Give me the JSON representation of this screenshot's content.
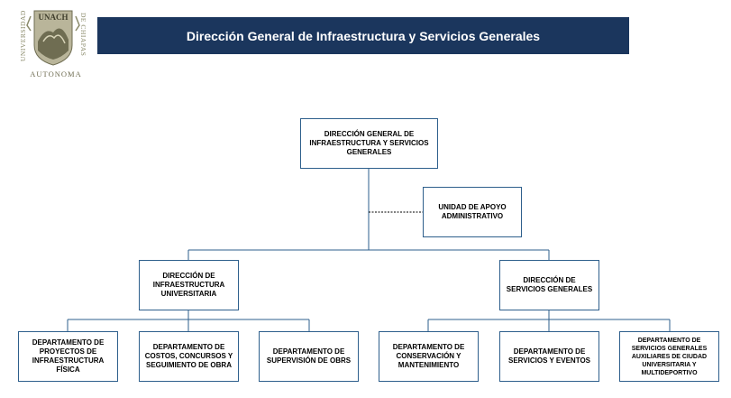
{
  "header": {
    "title": "Dirección General de Infraestructura y Servicios Generales",
    "banner_color": "#1b365d"
  },
  "logo": {
    "arc_left": "UNIVERSIDAD",
    "arc_right": "DE CHIAPAS",
    "emblem_text": "UNACH",
    "bottom_text": "AUTONOMA",
    "color": "#8a8a6a"
  },
  "org": {
    "root": "DIRECCIÓN GENERAL DE INFRAESTRUCTURA Y SERVICIOS GENERALES",
    "support": "UNIDAD DE APOYO ADMINISTRATIVO",
    "left_branch": "DIRECCIÓN DE INFRAESTRUCTURA UNIVERSITARIA",
    "right_branch": "DIRECCIÓN DE SERVICIOS GENERALES",
    "left_children": [
      "DEPARTAMENTO DE PROYECTOS DE INFRAESTRUCTURA FÍSICA",
      "DEPARTAMENTO DE COSTOS, CONCURSOS Y SEGUIMIENTO DE OBRA",
      "DEPARTAMENTO DE SUPERVISIÓN DE OBRS"
    ],
    "right_children": [
      "DEPARTAMENTO DE CONSERVACIÓN Y MANTENIMIENTO",
      "DEPARTAMENTO DE SERVICIOS  Y EVENTOS",
      "DEPARTAMENTO DE SERVICIOS GENERALES AUXILIARES DE CIUDAD UNIVERSITARIA Y MULTIDEPORTIVO"
    ],
    "line_color": "#2e5f8c"
  }
}
